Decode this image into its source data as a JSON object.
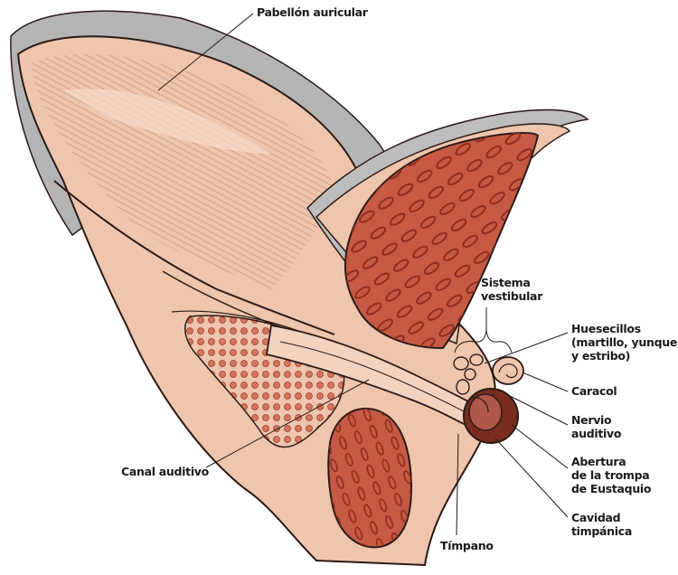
{
  "labels": {
    "pabellon": "Pabellón auricular",
    "sistema": [
      "Sistema",
      "vestibular"
    ],
    "huesecillos": [
      "Huesecillos",
      "(martillo, yunque",
      "y estribo)"
    ],
    "caracol": "Caracol",
    "nervio": [
      "Nervio",
      "auditivo"
    ],
    "abertura": [
      "Abertura",
      "de la trompa",
      "de Eustaquio"
    ],
    "cavidad": [
      "Cavidad",
      "timpánica"
    ],
    "canal": "Canal auditivo",
    "timpano": "Tímpano"
  },
  "colors": {
    "skin": "#efc5ad",
    "skin_dark": "#d99a80",
    "shadow": "#a9a9a9",
    "muscle": "#c65a45",
    "muscle_dark": "#8e2c20",
    "outline": "#2a1a16"
  }
}
